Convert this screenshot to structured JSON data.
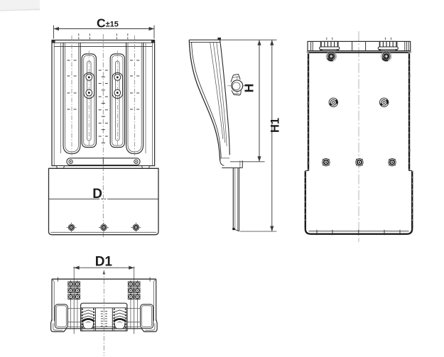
{
  "colors": {
    "background": "#ffffff",
    "ink": "#2d2d2d",
    "dimension_lines": "#3a3a3a",
    "center_lines": "#8c8c8c"
  },
  "labels": {
    "dim_c_letter": "C",
    "dim_c_tolerance": "±15",
    "front_view_label": "D",
    "dim_h": "H",
    "dim_h1": "H1",
    "dim_d1": "D1"
  }
}
